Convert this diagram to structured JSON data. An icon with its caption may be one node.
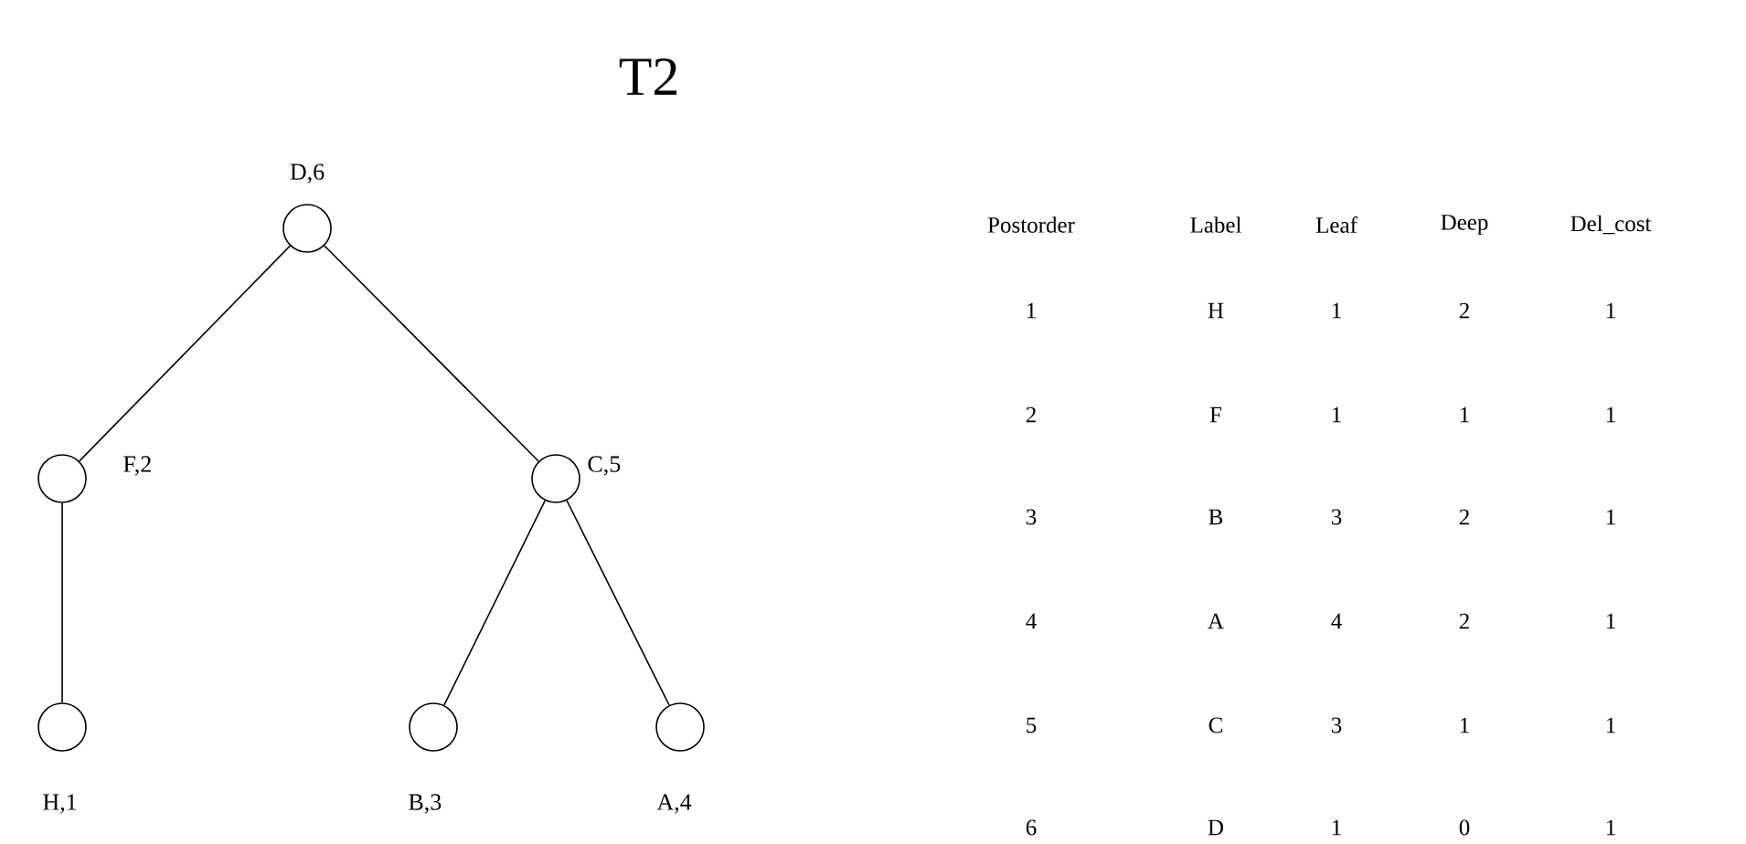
{
  "diagram": {
    "title": "T2",
    "nodes": [
      {
        "text": [],
        "shape": "circle",
        "beside": [
          "D,6"
        ]
      },
      {
        "text": [],
        "shape": "circle",
        "beside": [
          "F,2"
        ]
      },
      {
        "text": [],
        "shape": "circle",
        "beside": [
          "C,5"
        ]
      },
      {
        "text": [],
        "shape": "circle",
        "beside": [
          "H,1"
        ]
      },
      {
        "text": [],
        "shape": "circle",
        "beside": [
          "B,3"
        ]
      },
      {
        "text": [],
        "shape": "circle",
        "beside": [
          "A,4"
        ]
      }
    ],
    "edges": [
      {
        "from": 0,
        "to": 1,
        "arrow": "none"
      },
      {
        "from": 0,
        "to": 2,
        "arrow": "none"
      },
      {
        "from": 1,
        "to": 3,
        "arrow": "none"
      },
      {
        "from": 2,
        "to": 4,
        "arrow": "none"
      },
      {
        "from": 2,
        "to": 5,
        "arrow": "none"
      }
    ],
    "labels": [
      "Postorder",
      "Label",
      "Leaf",
      "Deep",
      "Del_cost",
      "1",
      "H",
      "1",
      "2",
      "1",
      "2",
      "F",
      "1",
      "1",
      "1",
      "3",
      "B",
      "3",
      "2",
      "1",
      "4",
      "A",
      "4",
      "2",
      "1",
      "5",
      "C",
      "3",
      "1",
      "1",
      "6",
      "D",
      "1",
      "0",
      "1"
    ]
  }
}
